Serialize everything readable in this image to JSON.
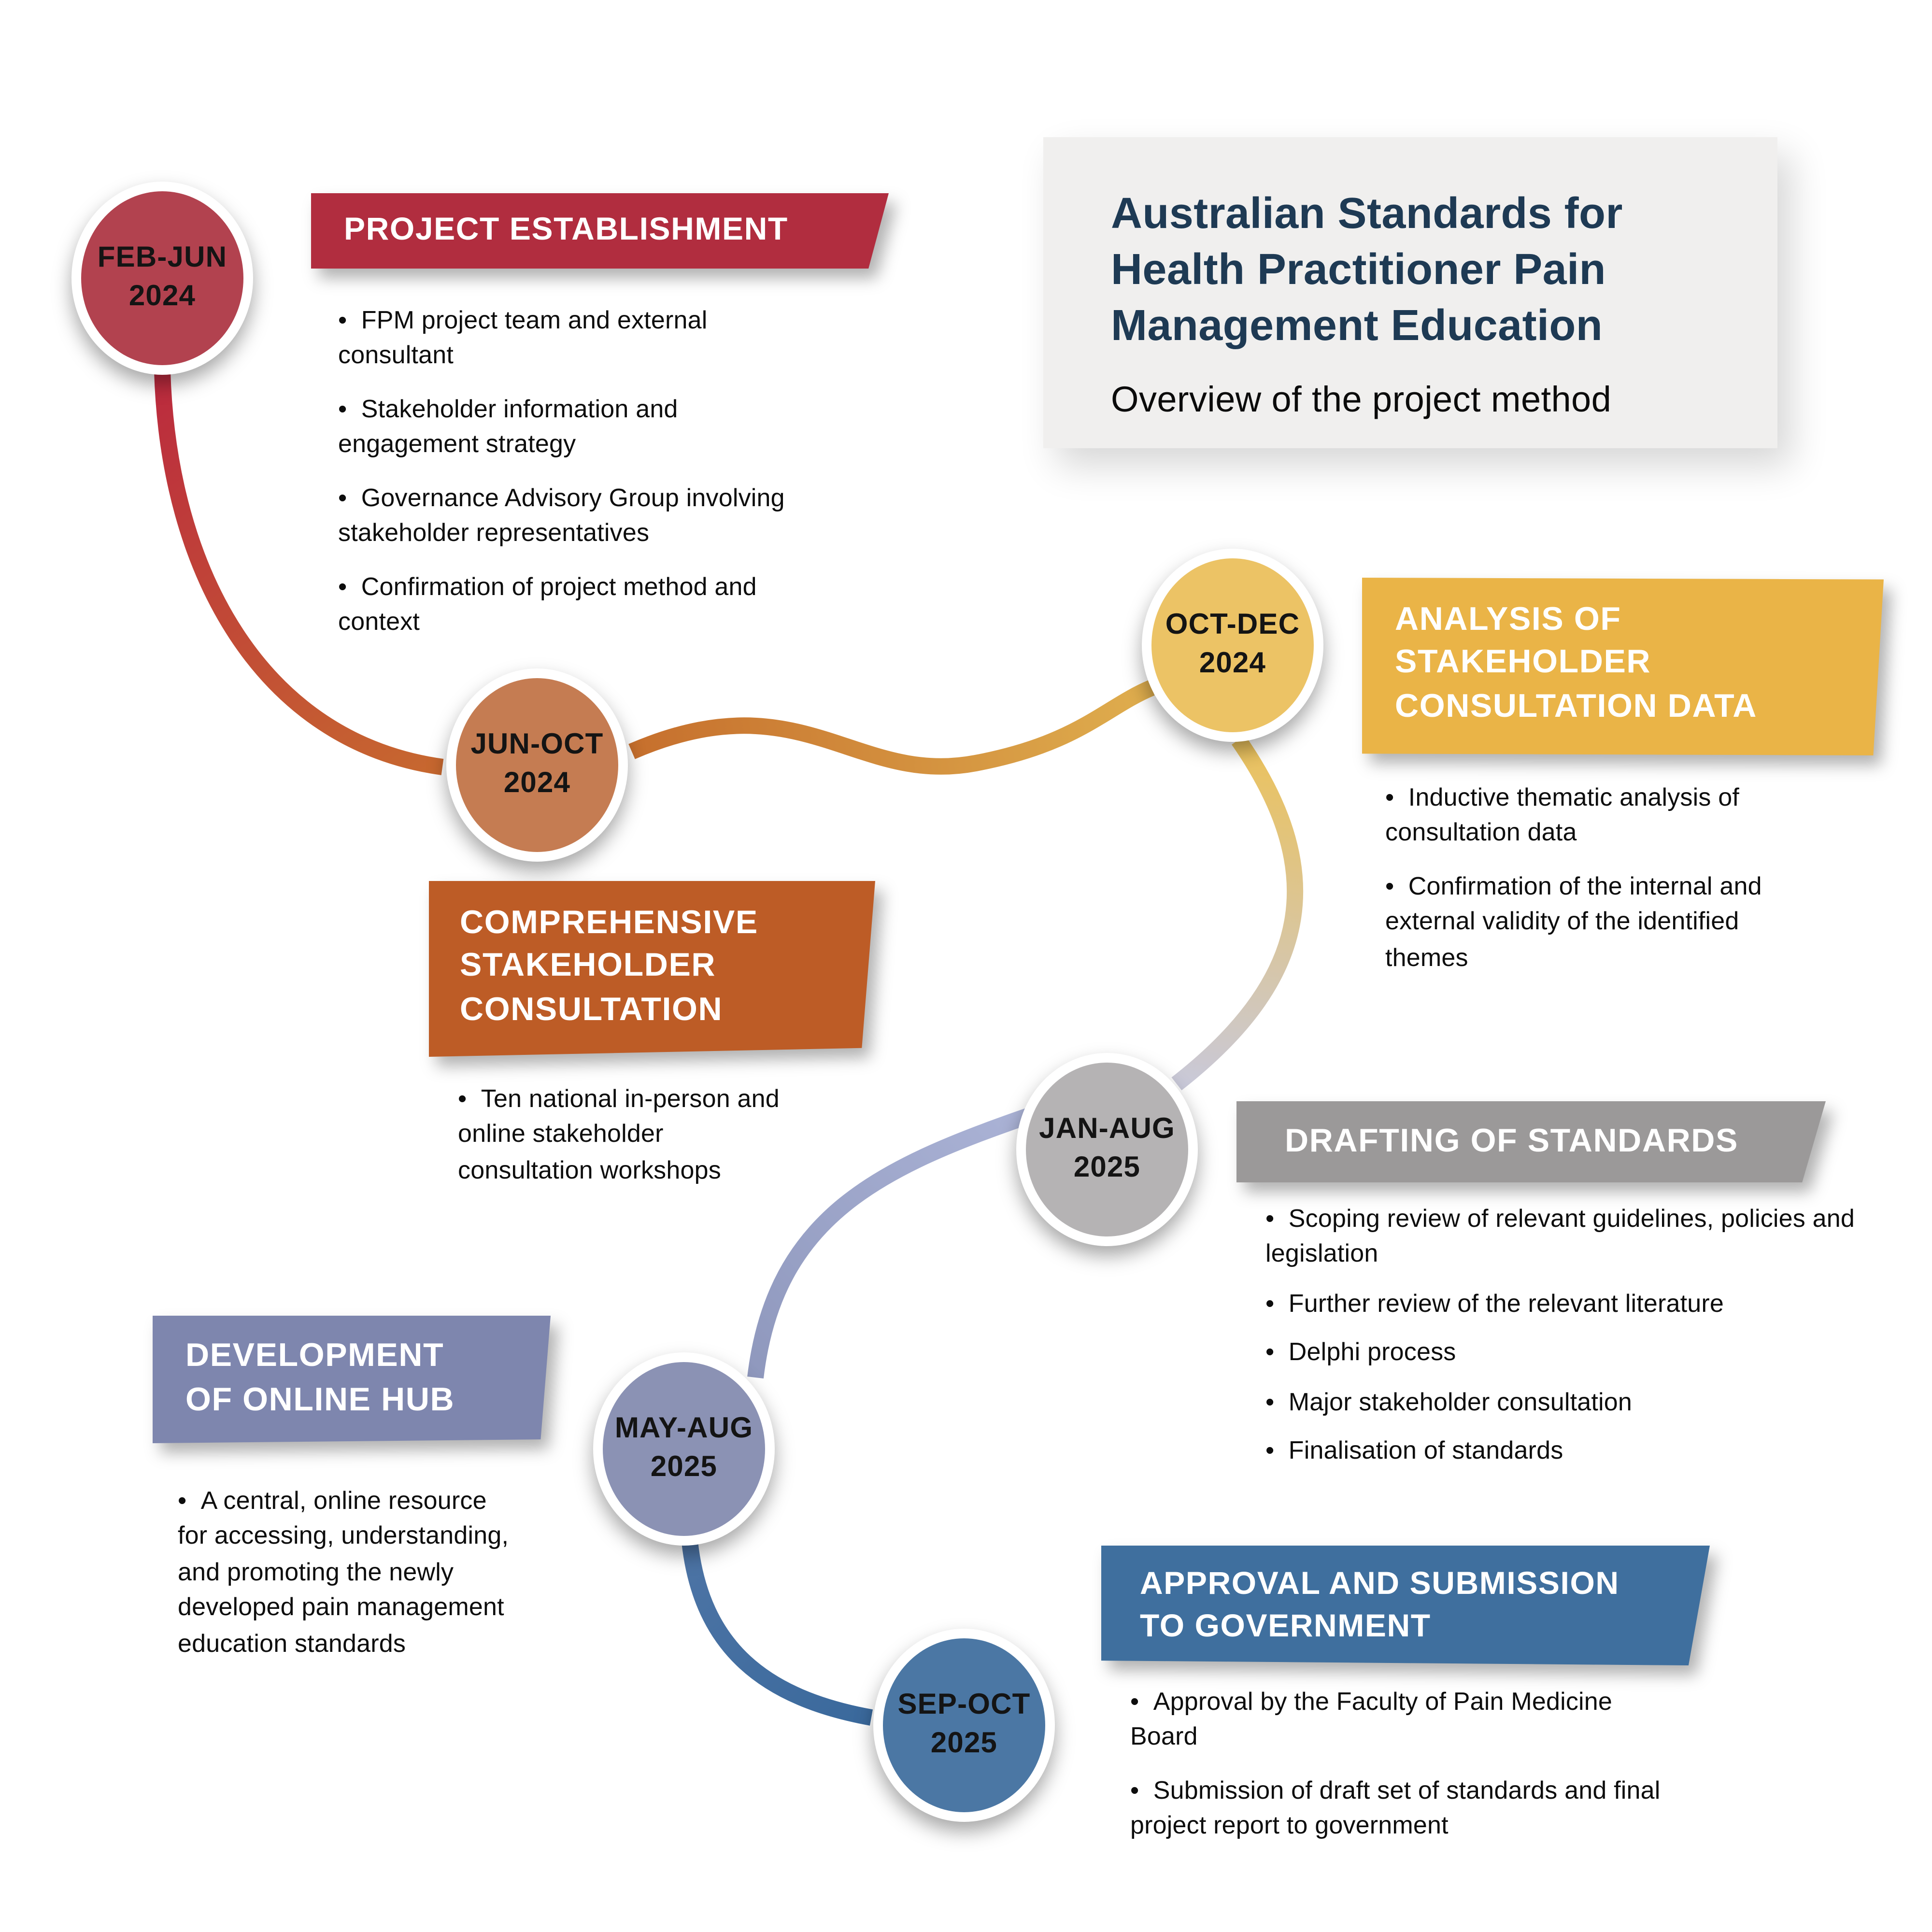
{
  "title_card": {
    "title_lines": [
      "Australian Standards for",
      "Health Practitioner Pain",
      "Management Education"
    ],
    "subtitle": "Overview of the project method",
    "title_color": "#1e3a54",
    "background_color": "#f0efee"
  },
  "stages": [
    {
      "id": "project-establishment",
      "date_range": "FEB-JUN",
      "year": "2024",
      "heading_lines": [
        "PROJECT ESTABLISHMENT"
      ],
      "bullets": [
        "FPM project team and external consultant",
        "Stakeholder information and engagement strategy",
        "Governance Advisory Group involving stakeholder representatives",
        "Confirmation of project method and context"
      ],
      "circle_color": "#b2424f",
      "banner_color": "#b12d3f"
    },
    {
      "id": "comprehensive-stakeholder-consultation",
      "date_range": "JUN-OCT",
      "year": "2024",
      "heading_lines": [
        "COMPREHENSIVE",
        "STAKEHOLDER",
        "CONSULTATION"
      ],
      "bullets": [
        "Ten national in-person and online stakeholder consultation workshops"
      ],
      "circle_color": "#c57c52",
      "banner_color": "#bd5c26"
    },
    {
      "id": "analysis-of-stakeholder-consultation-data",
      "date_range": "OCT-DEC",
      "year": "2024",
      "heading_lines": [
        "ANALYSIS OF",
        "STAKEHOLDER",
        "CONSULTATION DATA"
      ],
      "bullets": [
        "Inductive thematic analysis of consultation data",
        "Confirmation of the internal and external validity of the identified themes"
      ],
      "circle_color": "#ecc365",
      "banner_color": "#eab447"
    },
    {
      "id": "drafting-of-standards",
      "date_range": "JAN-AUG",
      "year": "2025",
      "heading_lines": [
        "DRAFTING OF STANDARDS"
      ],
      "bullets": [
        "Scoping review of relevant guidelines, policies and legislation",
        "Further review of the relevant literature",
        "Delphi process",
        "Major stakeholder consultation",
        "Finalisation of standards"
      ],
      "circle_color": "#b5b3b4",
      "banner_color": "#9b9999"
    },
    {
      "id": "development-of-online-hub",
      "date_range": "MAY-AUG",
      "year": "2025",
      "heading_lines": [
        "DEVELOPMENT",
        "OF ONLINE HUB"
      ],
      "bullets": [
        "A central, online resource for accessing, understanding, and promoting the newly developed pain management education standards"
      ],
      "circle_color": "#8b92b4",
      "banner_color": "#7e86ae"
    },
    {
      "id": "approval-and-submission-to-government",
      "date_range": "SEP-OCT",
      "year": "2025",
      "heading_lines": [
        "APPROVAL AND SUBMISSION",
        "TO GOVERNMENT"
      ],
      "bullets": [
        "Approval by the Faculty of Pain Medicine Board",
        "Submission of draft set of standards and final project report to government"
      ],
      "circle_color": "#4b77a4",
      "banner_color": "#3f6f9e"
    }
  ],
  "connectors": [
    {
      "name": "feb-jun-to-jun-oct",
      "from": "#bb2a3e",
      "to": "#c7682f"
    },
    {
      "name": "jun-oct-to-oct-dec",
      "from": "#c66f2d",
      "to": "#dfae4e"
    },
    {
      "name": "oct-dec-to-jan-aug",
      "from": "#ebc25c",
      "to": "#c9c9d9"
    },
    {
      "name": "jan-aug-to-may-aug",
      "from": "#abb3d6",
      "to": "#8f98bd"
    },
    {
      "name": "may-aug-to-sep-oct",
      "from": "#4d74a5",
      "to": "#3a699c"
    }
  ]
}
